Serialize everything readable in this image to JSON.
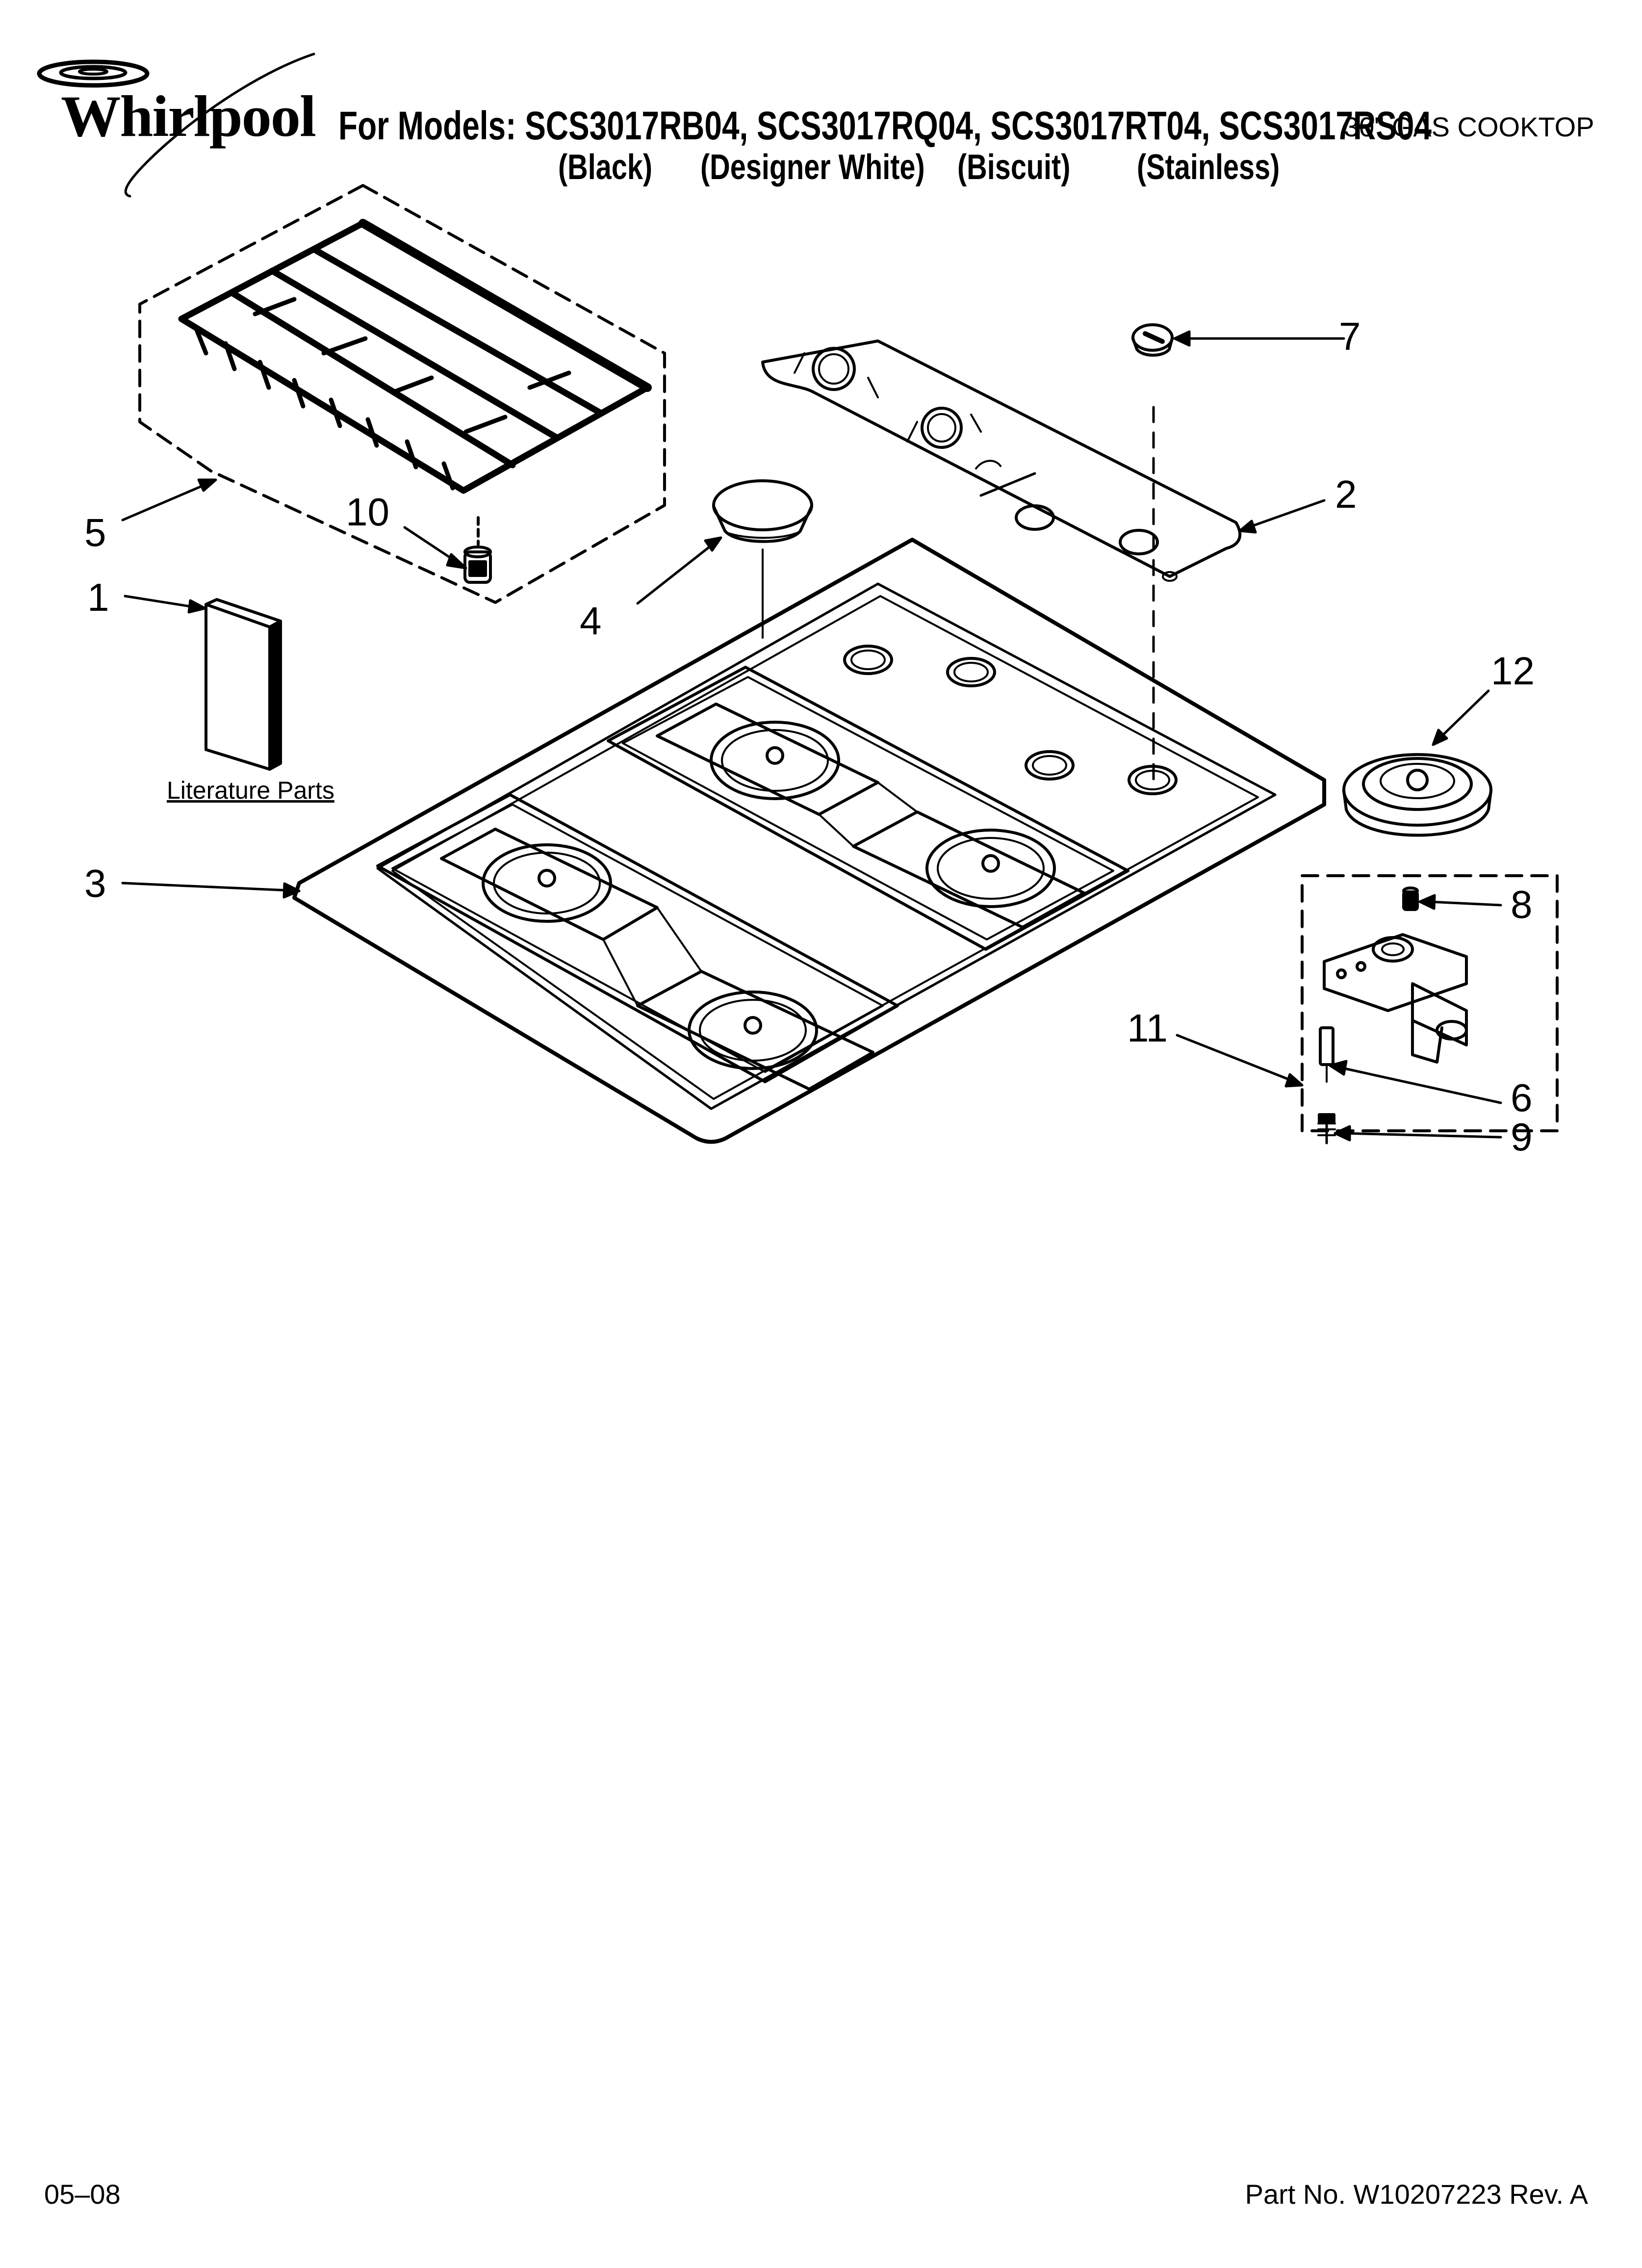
{
  "brand": {
    "logo_text": "Whirlpool"
  },
  "header": {
    "models_line": "For Models: SCS3017RB04, SCS3017RQ04, SCS3017RT04, SCS3017RS04",
    "colors": [
      "(Black)",
      "(Designer White)",
      "(Biscuit)",
      "(Stainless)"
    ],
    "product_type": "30\" GAS COOKTOP"
  },
  "diagram": {
    "callouts": [
      "1",
      "2",
      "3",
      "4",
      "5",
      "6",
      "7",
      "8",
      "9",
      "10",
      "11",
      "12"
    ],
    "literature_label": "Literature Parts"
  },
  "footer": {
    "date": "05–08",
    "part_number": "Part No. W10207223 Rev. A"
  },
  "colors": {
    "ink": "#000000",
    "paper": "#ffffff"
  }
}
